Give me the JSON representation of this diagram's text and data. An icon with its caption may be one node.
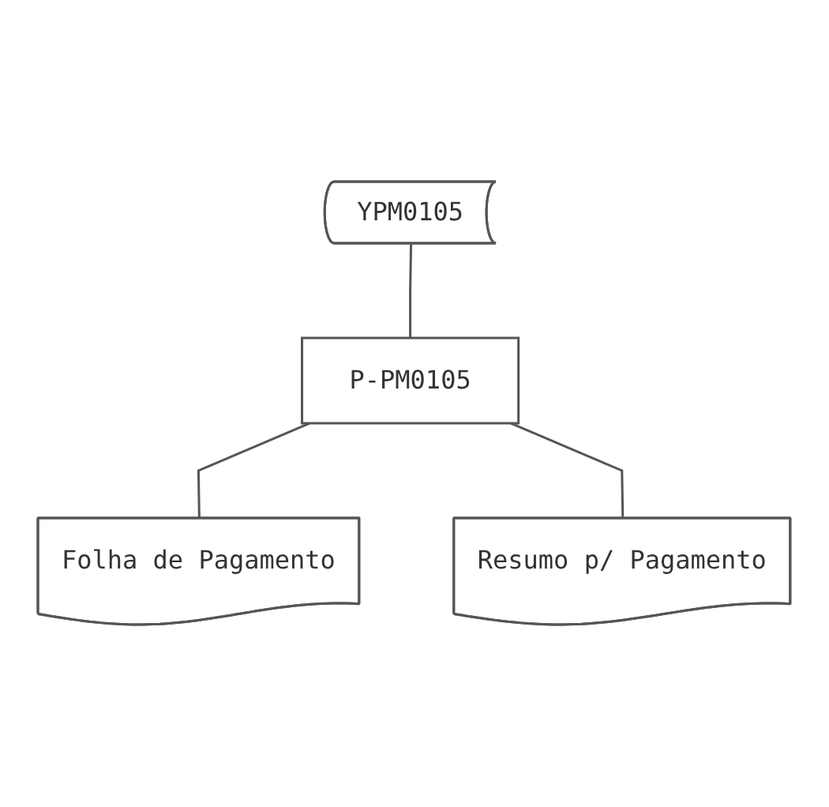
{
  "diagram": {
    "nodes": [
      {
        "text": [
          "YPM0105"
        ]
      },
      {
        "text": [
          "P-PM0105"
        ]
      },
      {
        "text": [
          "Folha de Pagamento"
        ]
      },
      {
        "text": [
          "Resumo p/ Pagamento"
        ]
      }
    ],
    "edges": [
      {
        "from": 0,
        "to": 1,
        "arrow": "none"
      },
      {
        "from": 1,
        "to": 2,
        "arrow": "none"
      },
      {
        "from": 1,
        "to": 3,
        "arrow": "none"
      }
    ]
  }
}
